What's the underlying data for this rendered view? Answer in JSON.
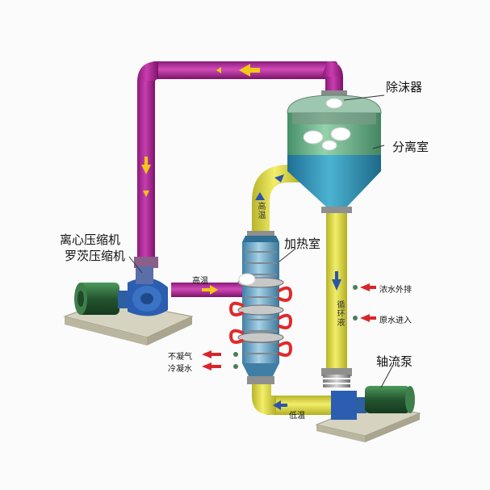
{
  "labels": {
    "demister": "除沫器",
    "separator": "分离室",
    "centrifugal_compressor": "离心压缩机",
    "roots_compressor": "罗茨压缩机",
    "heater": "加热室",
    "high_temp_left": "高温",
    "high_temp_riser": "高温",
    "circulating_liquid": "循环液",
    "low_temp": "低温",
    "concentrate_out": "浓水外排",
    "raw_water_in": "原水进入",
    "noncondensable_gas": "不凝气",
    "condensate": "冷凝水",
    "axial_pump": "轴流泵"
  },
  "colors": {
    "steam_pipe": "#b3289a",
    "liquid_pipe": "#e0dc4a",
    "vessel_body": "#5aa87a",
    "liquid": "#2a93b0",
    "heater_body": "#6fa8c8",
    "arrow_flow": "#f2c718",
    "arrow_down": "#2c55a8",
    "arrow_red": "#d8252a",
    "coil_red": "#e02a2a",
    "motor": "#2f6a3e",
    "base_plate": "#d6d3c0"
  },
  "icons": [
    "flow-arrow-icon",
    "red-inlet-arrow-icon",
    "red-coil-icon"
  ]
}
